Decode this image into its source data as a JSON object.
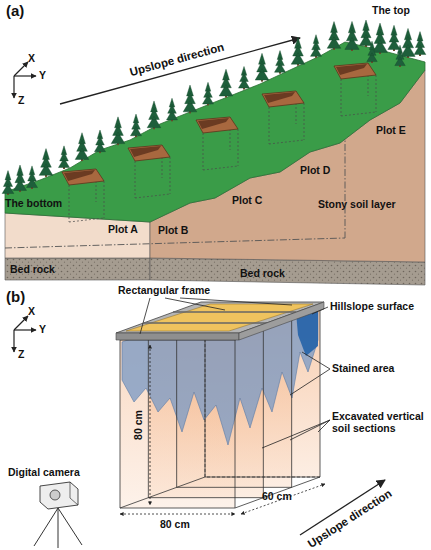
{
  "diagram": {
    "labels": [
      "(a)",
      "X",
      "Y",
      "Z",
      "Upslope direction",
      "The top",
      "Plot E",
      "Plot D",
      "Plot C",
      "Plot B",
      "Plot A",
      "Stony soil layer",
      "The bottom",
      "Bed rock",
      "Bed rock",
      "(b)",
      "X",
      "Y",
      "Z",
      "Rectangular frame",
      "Hillslope surface",
      "Stained area",
      "Excavated vertical soil sections",
      "Digital camera",
      "80 cm",
      "80 cm",
      "60 cm",
      "Upslope direction"
    ]
  }
}
